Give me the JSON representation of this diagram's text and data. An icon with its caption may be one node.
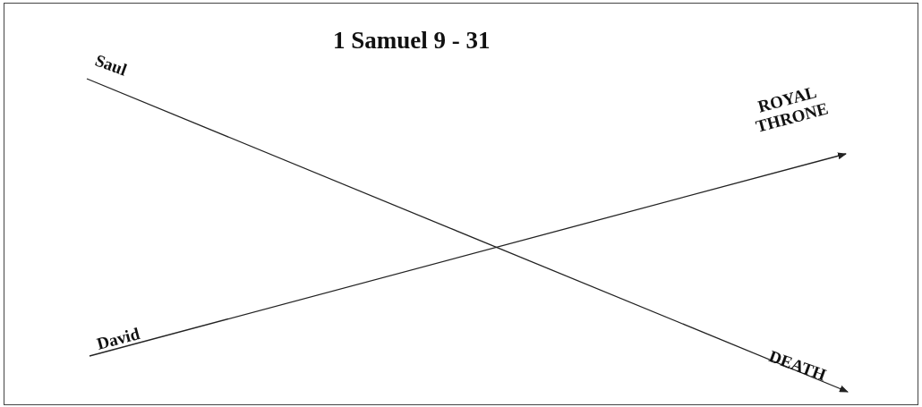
{
  "diagram": {
    "title": "1 Samuel 9 - 31",
    "nodes": [
      {
        "text": [
          "Saul"
        ]
      },
      {
        "text": [
          "DEATH"
        ]
      },
      {
        "text": [
          "David"
        ]
      },
      {
        "text": [
          "ROYAL THRONE"
        ]
      }
    ],
    "edges": [
      {
        "from": 0,
        "to": 1,
        "arrow": "to"
      },
      {
        "from": 2,
        "to": 3,
        "arrow": "to"
      }
    ]
  }
}
